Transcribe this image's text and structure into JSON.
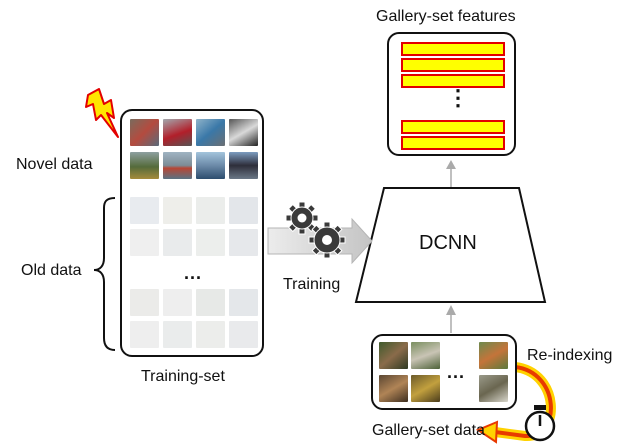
{
  "features_box": {
    "title": "Gallery-set features",
    "ellipsis": "⋮"
  },
  "model": {
    "label": "DCNN"
  },
  "training_set": {
    "caption": "Training-set",
    "novel_label": "Novel data",
    "old_label": "Old data",
    "ellipsis": "..."
  },
  "training_arrow": {
    "label": "Training"
  },
  "gallery": {
    "caption": "Gallery-set data",
    "ellipsis": "...",
    "reindex_label": "Re-indexing"
  },
  "colors": {
    "feature_fill": "#ffff00",
    "feature_border": "#e30000",
    "reindex_arrow_outer": "#ffd200",
    "reindex_arrow_inner": "#e83a00",
    "connector": "#aaaaaa",
    "old_data_thumb": "#e6e6e6"
  },
  "icons": [
    "lightning-bolt-icon",
    "gears-icon",
    "stopwatch-icon"
  ]
}
